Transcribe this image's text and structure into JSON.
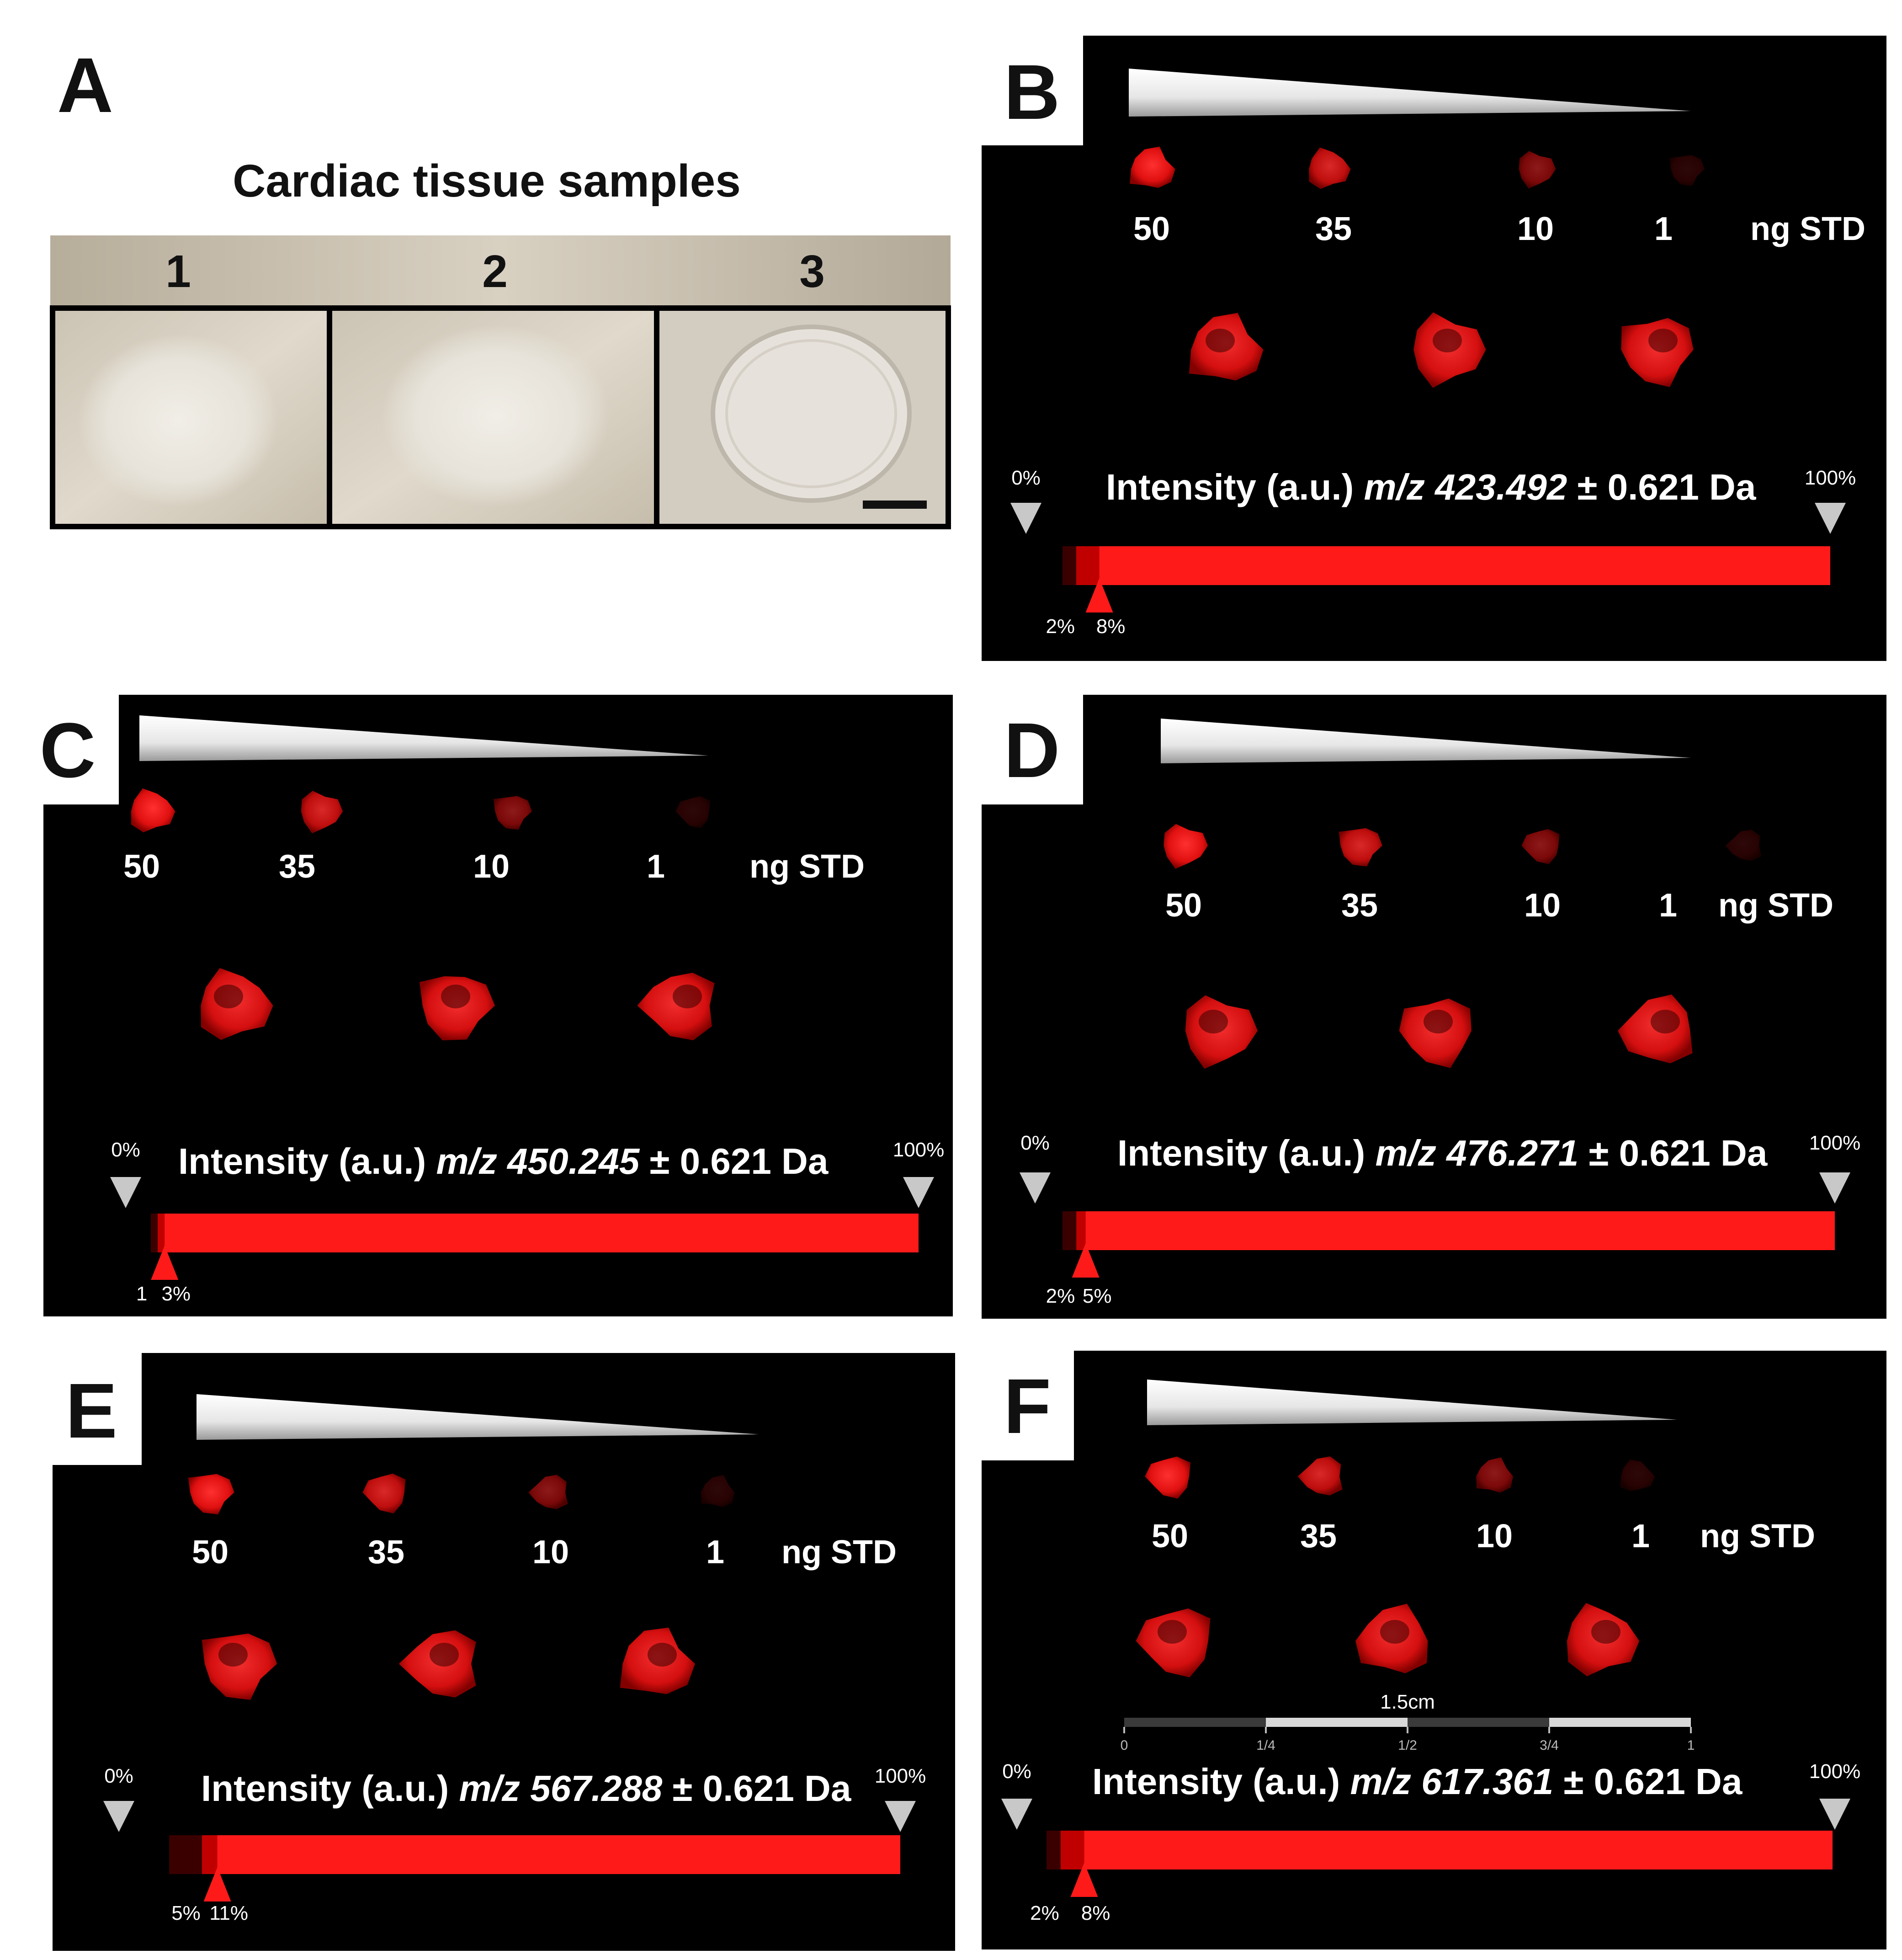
{
  "panel_a": {
    "letter": "A",
    "title": "Cardiac tissue samples",
    "labels": [
      "1",
      "2",
      "3"
    ]
  },
  "mz_panels": [
    {
      "letter": "B",
      "concentrations": [
        "50",
        "35",
        "10",
        "1"
      ],
      "std_label": "ng STD",
      "intensity_prefix": "Intensity (a.u.)",
      "mz_label": "m/z",
      "mz_value": "423.492",
      "tolerance": "± 0.621 Da",
      "min_label": "0%",
      "max_label": "100%",
      "threshold_labels": [
        "2%",
        "8%"
      ],
      "threshold_low_percent": 2,
      "threshold_high_percent": 8,
      "scale_bar": null
    },
    {
      "letter": "C",
      "concentrations": [
        "50",
        "35",
        "10",
        "1"
      ],
      "std_label": "ng STD",
      "intensity_prefix": "Intensity (a.u.)",
      "mz_label": "m/z",
      "mz_value": "450.245",
      "tolerance": "± 0.621 Da",
      "min_label": "0%",
      "max_label": "100%",
      "threshold_labels": [
        "1",
        "3%"
      ],
      "threshold_low_percent": 1,
      "threshold_high_percent": 3,
      "scale_bar": null
    },
    {
      "letter": "D",
      "concentrations": [
        "50",
        "35",
        "10",
        "1"
      ],
      "std_label": "ng STD",
      "intensity_prefix": "Intensity (a.u.)",
      "mz_label": "m/z",
      "mz_value": "476.271",
      "tolerance": "± 0.621 Da",
      "min_label": "0%",
      "max_label": "100%",
      "threshold_labels": [
        "2%",
        "5%"
      ],
      "threshold_low_percent": 2,
      "threshold_high_percent": 5,
      "scale_bar": null
    },
    {
      "letter": "E",
      "concentrations": [
        "50",
        "35",
        "10",
        "1"
      ],
      "std_label": "ng STD",
      "intensity_prefix": "Intensity (a.u.)",
      "mz_label": "m/z",
      "mz_value": "567.288",
      "tolerance": "± 0.621 Da",
      "min_label": "0%",
      "max_label": "100%",
      "threshold_labels": [
        "5%",
        "11%"
      ],
      "threshold_low_percent": 5,
      "threshold_high_percent": 11,
      "scale_bar": null
    },
    {
      "letter": "F",
      "concentrations": [
        "50",
        "35",
        "10",
        "1"
      ],
      "std_label": "ng STD",
      "intensity_prefix": "Intensity (a.u.)",
      "mz_label": "m/z",
      "mz_value": "617.361",
      "tolerance": "± 0.621 Da",
      "min_label": "0%",
      "max_label": "100%",
      "threshold_labels": [
        "2%",
        "8%"
      ],
      "threshold_low_percent": 2,
      "threshold_high_percent": 8,
      "scale_bar": {
        "length_label": "1.5cm",
        "ticks": [
          "0",
          "1/4",
          "1/2",
          "3/4",
          "1"
        ]
      }
    }
  ],
  "colors": {
    "signal": "#ff1a1a",
    "signal_dark": "#c00000",
    "panel_background": "#000000",
    "marker_gray": "#c8c8c8"
  }
}
